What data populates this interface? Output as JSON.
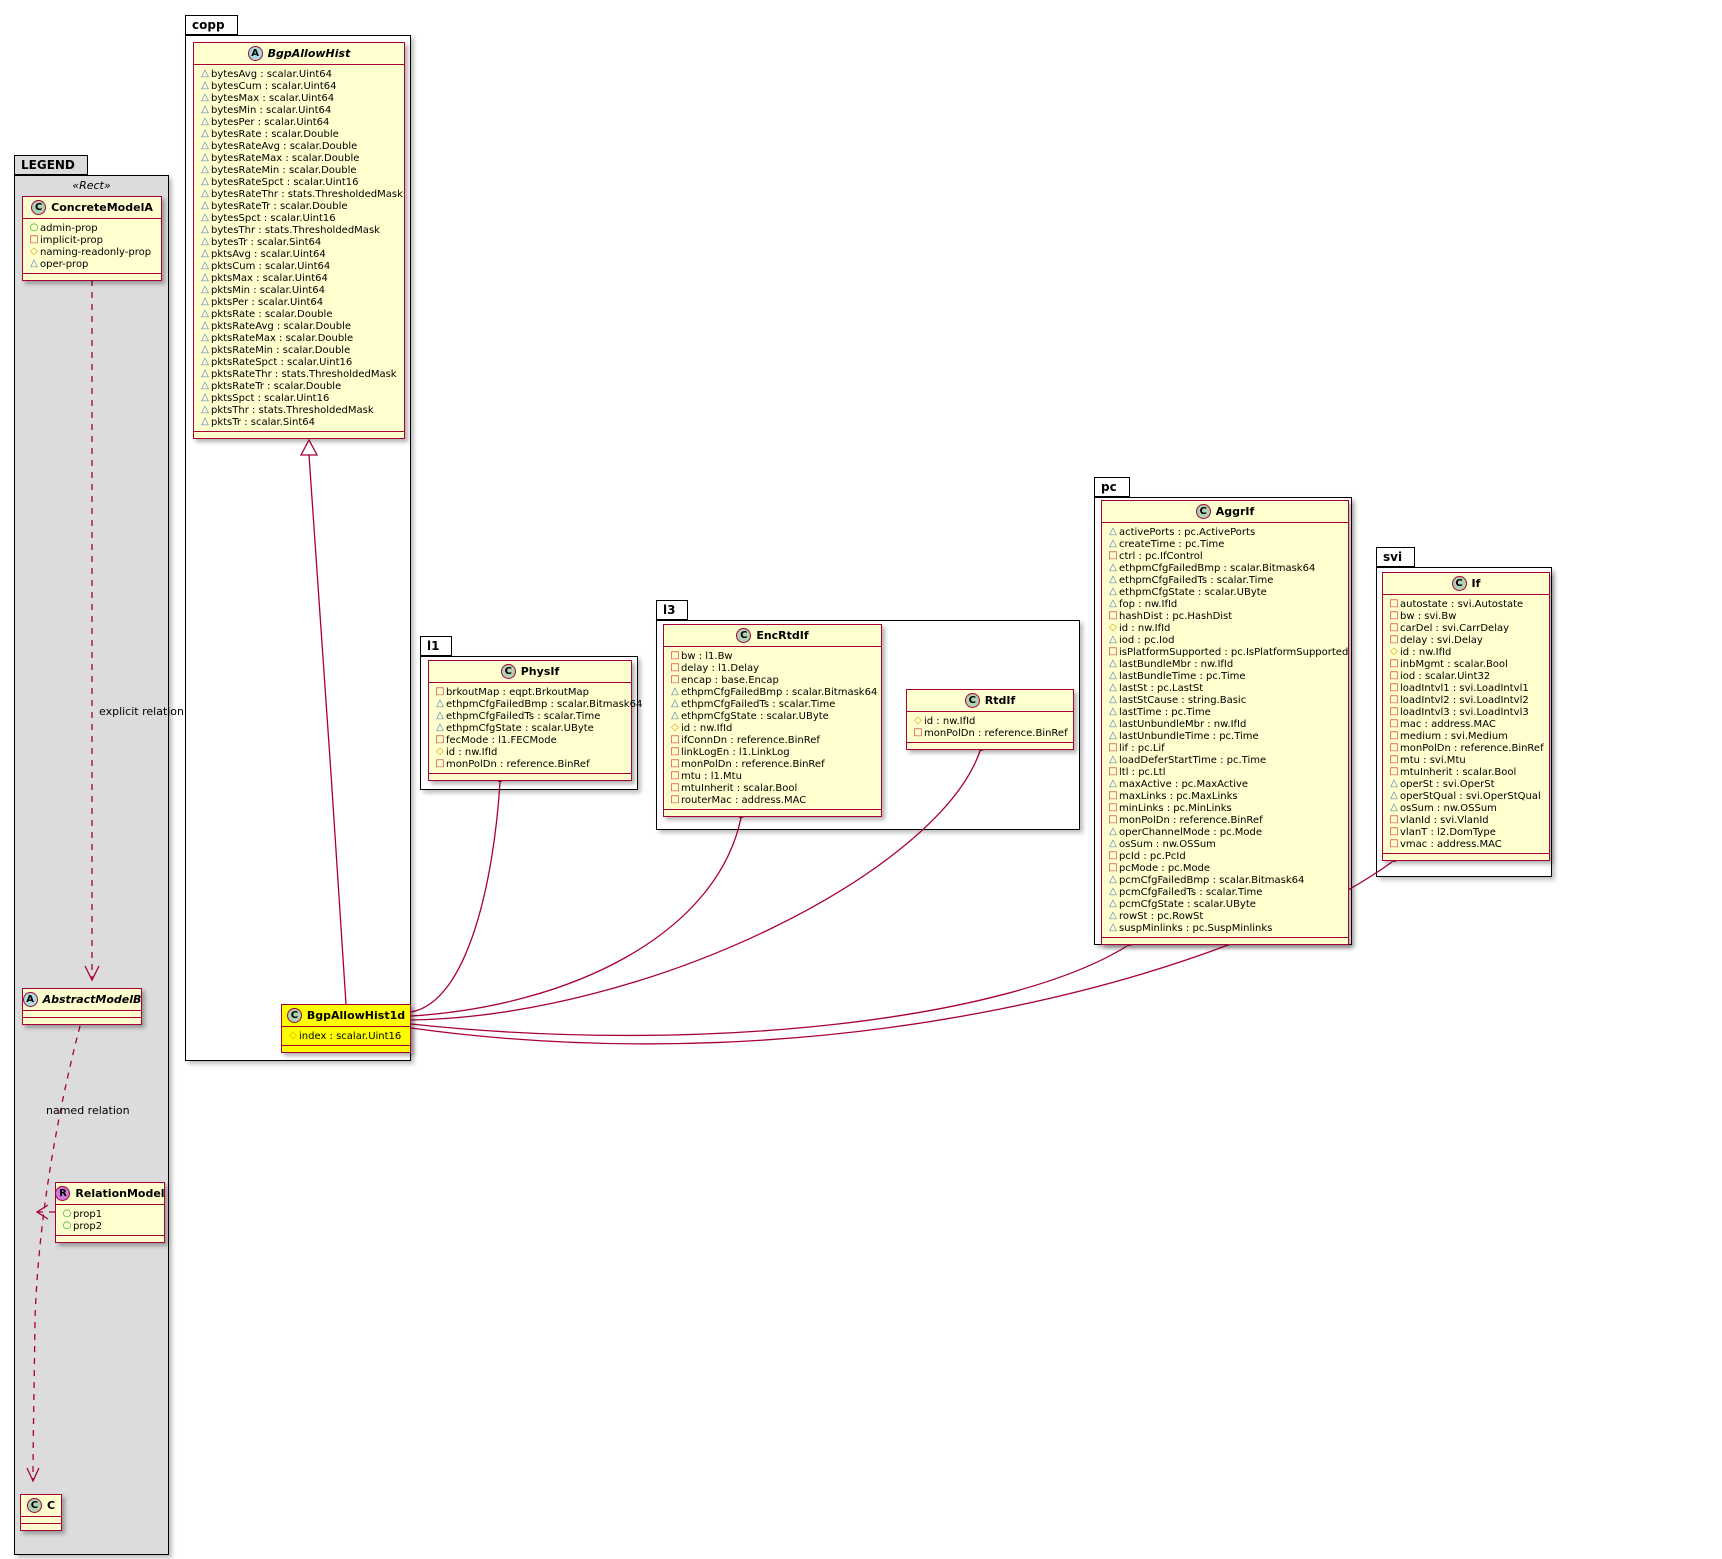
{
  "colors": {
    "class_border": "#A80036",
    "class_bg": "#FEFECE",
    "highlight_bg": "#FFFF00",
    "spot_abstract": "#A9DCDF",
    "spot_class": "#ADD1B2",
    "spot_relation": "#CB7BD7",
    "icon_circle": "#18A318",
    "icon_square": "#C82930",
    "icon_diamond": "#D9A300",
    "icon_triangle": "#4779B0",
    "legend_bg": "#DCDCDC"
  },
  "packages": {
    "legend": {
      "label": "LEGEND",
      "stereotype": "«Rect»"
    },
    "copp": {
      "label": "copp"
    },
    "l1": {
      "label": "l1"
    },
    "l3": {
      "label": "l3"
    },
    "pc": {
      "label": "pc"
    },
    "svi": {
      "label": "svi"
    }
  },
  "relations": {
    "explicit_label": "explicit relation",
    "named_label": "named relation"
  },
  "classes": {
    "ConcreteModelA": {
      "kind": "C",
      "name": "ConcreteModelA",
      "attrs": [
        {
          "icon": "circle",
          "text": "admin-prop"
        },
        {
          "icon": "square",
          "text": "implicit-prop"
        },
        {
          "icon": "diamond",
          "text": "naming-readonly-prop"
        },
        {
          "icon": "triangle",
          "text": "oper-prop"
        }
      ]
    },
    "AbstractModelB": {
      "kind": "A",
      "abstract": true,
      "name": "AbstractModelB",
      "attrs": []
    },
    "RelationModel": {
      "kind": "R",
      "name": "RelationModel",
      "attrs": [
        {
          "icon": "circle",
          "text": "prop1"
        },
        {
          "icon": "circle",
          "text": "prop2"
        }
      ]
    },
    "C": {
      "kind": "C",
      "name": "C",
      "attrs": []
    },
    "BgpAllowHist": {
      "kind": "A",
      "abstract": true,
      "name": "BgpAllowHist",
      "attrs": [
        {
          "icon": "triangle",
          "text": "bytesAvg : scalar.Uint64"
        },
        {
          "icon": "triangle",
          "text": "bytesCum : scalar.Uint64"
        },
        {
          "icon": "triangle",
          "text": "bytesMax : scalar.Uint64"
        },
        {
          "icon": "triangle",
          "text": "bytesMin : scalar.Uint64"
        },
        {
          "icon": "triangle",
          "text": "bytesPer : scalar.Uint64"
        },
        {
          "icon": "triangle",
          "text": "bytesRate : scalar.Double"
        },
        {
          "icon": "triangle",
          "text": "bytesRateAvg : scalar.Double"
        },
        {
          "icon": "triangle",
          "text": "bytesRateMax : scalar.Double"
        },
        {
          "icon": "triangle",
          "text": "bytesRateMin : scalar.Double"
        },
        {
          "icon": "triangle",
          "text": "bytesRateSpct : scalar.Uint16"
        },
        {
          "icon": "triangle",
          "text": "bytesRateThr : stats.ThresholdedMask"
        },
        {
          "icon": "triangle",
          "text": "bytesRateTr : scalar.Double"
        },
        {
          "icon": "triangle",
          "text": "bytesSpct : scalar.Uint16"
        },
        {
          "icon": "triangle",
          "text": "bytesThr : stats.ThresholdedMask"
        },
        {
          "icon": "triangle",
          "text": "bytesTr : scalar.Sint64"
        },
        {
          "icon": "triangle",
          "text": "pktsAvg : scalar.Uint64"
        },
        {
          "icon": "triangle",
          "text": "pktsCum : scalar.Uint64"
        },
        {
          "icon": "triangle",
          "text": "pktsMax : scalar.Uint64"
        },
        {
          "icon": "triangle",
          "text": "pktsMin : scalar.Uint64"
        },
        {
          "icon": "triangle",
          "text": "pktsPer : scalar.Uint64"
        },
        {
          "icon": "triangle",
          "text": "pktsRate : scalar.Double"
        },
        {
          "icon": "triangle",
          "text": "pktsRateAvg : scalar.Double"
        },
        {
          "icon": "triangle",
          "text": "pktsRateMax : scalar.Double"
        },
        {
          "icon": "triangle",
          "text": "pktsRateMin : scalar.Double"
        },
        {
          "icon": "triangle",
          "text": "pktsRateSpct : scalar.Uint16"
        },
        {
          "icon": "triangle",
          "text": "pktsRateThr : stats.ThresholdedMask"
        },
        {
          "icon": "triangle",
          "text": "pktsRateTr : scalar.Double"
        },
        {
          "icon": "triangle",
          "text": "pktsSpct : scalar.Uint16"
        },
        {
          "icon": "triangle",
          "text": "pktsThr : stats.ThresholdedMask"
        },
        {
          "icon": "triangle",
          "text": "pktsTr : scalar.Sint64"
        }
      ]
    },
    "BgpAllowHist1d": {
      "kind": "C",
      "name": "BgpAllowHist1d",
      "highlight": true,
      "attrs": [
        {
          "icon": "diamond",
          "text": "index : scalar.Uint16"
        }
      ]
    },
    "PhysIf": {
      "kind": "C",
      "name": "PhysIf",
      "attrs": [
        {
          "icon": "square",
          "text": "brkoutMap : eqpt.BrkoutMap"
        },
        {
          "icon": "triangle",
          "text": "ethpmCfgFailedBmp : scalar.Bitmask64"
        },
        {
          "icon": "triangle",
          "text": "ethpmCfgFailedTs : scalar.Time"
        },
        {
          "icon": "triangle",
          "text": "ethpmCfgState : scalar.UByte"
        },
        {
          "icon": "square",
          "text": "fecMode : l1.FECMode"
        },
        {
          "icon": "diamond",
          "text": "id : nw.IfId"
        },
        {
          "icon": "square",
          "text": "monPolDn : reference.BinRef"
        }
      ]
    },
    "EncRtdIf": {
      "kind": "C",
      "name": "EncRtdIf",
      "attrs": [
        {
          "icon": "square",
          "text": "bw : l1.Bw"
        },
        {
          "icon": "square",
          "text": "delay : l1.Delay"
        },
        {
          "icon": "square",
          "text": "encap : base.Encap"
        },
        {
          "icon": "triangle",
          "text": "ethpmCfgFailedBmp : scalar.Bitmask64"
        },
        {
          "icon": "triangle",
          "text": "ethpmCfgFailedTs : scalar.Time"
        },
        {
          "icon": "triangle",
          "text": "ethpmCfgState : scalar.UByte"
        },
        {
          "icon": "diamond",
          "text": "id : nw.IfId"
        },
        {
          "icon": "square",
          "text": "ifConnDn : reference.BinRef"
        },
        {
          "icon": "square",
          "text": "linkLogEn : l1.LinkLog"
        },
        {
          "icon": "square",
          "text": "monPolDn : reference.BinRef"
        },
        {
          "icon": "square",
          "text": "mtu : l1.Mtu"
        },
        {
          "icon": "square",
          "text": "mtuInherit : scalar.Bool"
        },
        {
          "icon": "square",
          "text": "routerMac : address.MAC"
        }
      ]
    },
    "RtdIf": {
      "kind": "C",
      "name": "RtdIf",
      "attrs": [
        {
          "icon": "diamond",
          "text": "id : nw.IfId"
        },
        {
          "icon": "square",
          "text": "monPolDn : reference.BinRef"
        }
      ]
    },
    "AggrIf": {
      "kind": "C",
      "name": "AggrIf",
      "attrs": [
        {
          "icon": "triangle",
          "text": "activePorts : pc.ActivePorts"
        },
        {
          "icon": "triangle",
          "text": "createTime : pc.Time"
        },
        {
          "icon": "square",
          "text": "ctrl : pc.IfControl"
        },
        {
          "icon": "triangle",
          "text": "ethpmCfgFailedBmp : scalar.Bitmask64"
        },
        {
          "icon": "triangle",
          "text": "ethpmCfgFailedTs : scalar.Time"
        },
        {
          "icon": "triangle",
          "text": "ethpmCfgState : scalar.UByte"
        },
        {
          "icon": "triangle",
          "text": "fop : nw.IfId"
        },
        {
          "icon": "square",
          "text": "hashDist : pc.HashDist"
        },
        {
          "icon": "diamond",
          "text": "id : nw.IfId"
        },
        {
          "icon": "triangle",
          "text": "iod : pc.Iod"
        },
        {
          "icon": "square",
          "text": "isPlatformSupported : pc.IsPlatformSupported"
        },
        {
          "icon": "triangle",
          "text": "lastBundleMbr : nw.IfId"
        },
        {
          "icon": "triangle",
          "text": "lastBundleTime : pc.Time"
        },
        {
          "icon": "triangle",
          "text": "lastSt : pc.LastSt"
        },
        {
          "icon": "triangle",
          "text": "lastStCause : string.Basic"
        },
        {
          "icon": "triangle",
          "text": "lastTime : pc.Time"
        },
        {
          "icon": "triangle",
          "text": "lastUnbundleMbr : nw.IfId"
        },
        {
          "icon": "triangle",
          "text": "lastUnbundleTime : pc.Time"
        },
        {
          "icon": "square",
          "text": "lif : pc.Lif"
        },
        {
          "icon": "triangle",
          "text": "loadDeferStartTime : pc.Time"
        },
        {
          "icon": "square",
          "text": "ltl : pc.Ltl"
        },
        {
          "icon": "triangle",
          "text": "maxActive : pc.MaxActive"
        },
        {
          "icon": "square",
          "text": "maxLinks : pc.MaxLinks"
        },
        {
          "icon": "square",
          "text": "minLinks : pc.MinLinks"
        },
        {
          "icon": "square",
          "text": "monPolDn : reference.BinRef"
        },
        {
          "icon": "triangle",
          "text": "operChannelMode : pc.Mode"
        },
        {
          "icon": "triangle",
          "text": "osSum : nw.OSSum"
        },
        {
          "icon": "square",
          "text": "pcId : pc.PcId"
        },
        {
          "icon": "square",
          "text": "pcMode : pc.Mode"
        },
        {
          "icon": "triangle",
          "text": "pcmCfgFailedBmp : scalar.Bitmask64"
        },
        {
          "icon": "triangle",
          "text": "pcmCfgFailedTs : scalar.Time"
        },
        {
          "icon": "triangle",
          "text": "pcmCfgState : scalar.UByte"
        },
        {
          "icon": "triangle",
          "text": "rowSt : pc.RowSt"
        },
        {
          "icon": "triangle",
          "text": "suspMinlinks : pc.SuspMinlinks"
        }
      ]
    },
    "If": {
      "kind": "C",
      "name": "If",
      "attrs": [
        {
          "icon": "square",
          "text": "autostate : svi.Autostate"
        },
        {
          "icon": "square",
          "text": "bw : svi.Bw"
        },
        {
          "icon": "square",
          "text": "carDel : svi.CarrDelay"
        },
        {
          "icon": "square",
          "text": "delay : svi.Delay"
        },
        {
          "icon": "diamond",
          "text": "id : nw.IfId"
        },
        {
          "icon": "square",
          "text": "inbMgmt : scalar.Bool"
        },
        {
          "icon": "square",
          "text": "iod : scalar.Uint32"
        },
        {
          "icon": "square",
          "text": "loadIntvl1 : svi.LoadIntvl1"
        },
        {
          "icon": "square",
          "text": "loadIntvl2 : svi.LoadIntvl2"
        },
        {
          "icon": "square",
          "text": "loadIntvl3 : svi.LoadIntvl3"
        },
        {
          "icon": "square",
          "text": "mac : address.MAC"
        },
        {
          "icon": "square",
          "text": "medium : svi.Medium"
        },
        {
          "icon": "square",
          "text": "monPolDn : reference.BinRef"
        },
        {
          "icon": "square",
          "text": "mtu : svi.Mtu"
        },
        {
          "icon": "square",
          "text": "mtuInherit : scalar.Bool"
        },
        {
          "icon": "triangle",
          "text": "operSt : svi.OperSt"
        },
        {
          "icon": "triangle",
          "text": "operStQual : svi.OperStQual"
        },
        {
          "icon": "triangle",
          "text": "osSum : nw.OSSum"
        },
        {
          "icon": "square",
          "text": "vlanId : svi.VlanId"
        },
        {
          "icon": "square",
          "text": "vlanT : l2.DomType"
        },
        {
          "icon": "square",
          "text": "vmac : address.MAC"
        }
      ]
    }
  }
}
